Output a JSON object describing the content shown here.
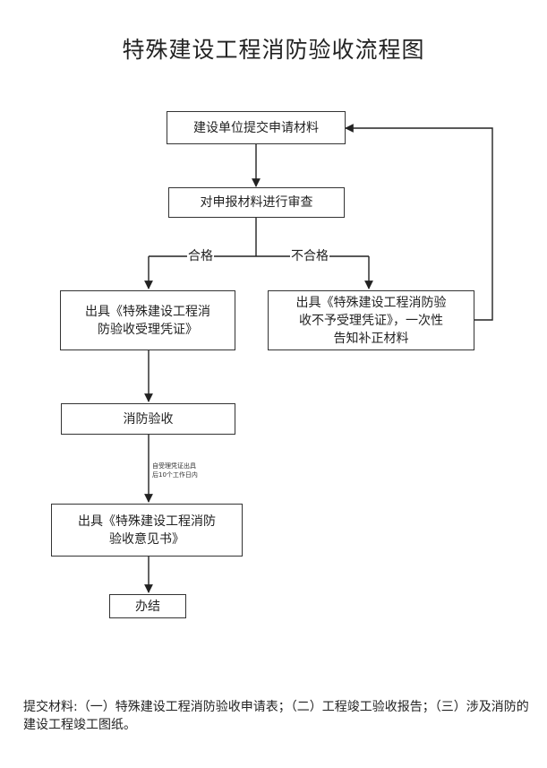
{
  "title": "特殊建设工程消防验收流程图",
  "nodes": {
    "submit": "建设单位提交申请材料",
    "review": "对申报材料进行审查",
    "accept_line1": "出具《特殊建设工程消",
    "accept_line2": "防验收受理凭证》",
    "reject_line1": "出具《特殊建设工程消防验",
    "reject_line2": "收不予受理凭证》，一次性",
    "reject_line3": "告知补正材料",
    "inspection": "消防验收",
    "opinion_line1": "出具《特殊建设工程消防",
    "opinion_line2": "验收意见书》",
    "done": "办结"
  },
  "edges": {
    "pass": "合格",
    "fail": "不合格",
    "note_line1": "自受理凭证出具",
    "note_line2": "后10个工作日内"
  },
  "footer": "提交材料:（一）特殊建设工程消防验收申请表；（二）工程竣工验收报告；（三）涉及消防的建设工程竣工图纸。"
}
